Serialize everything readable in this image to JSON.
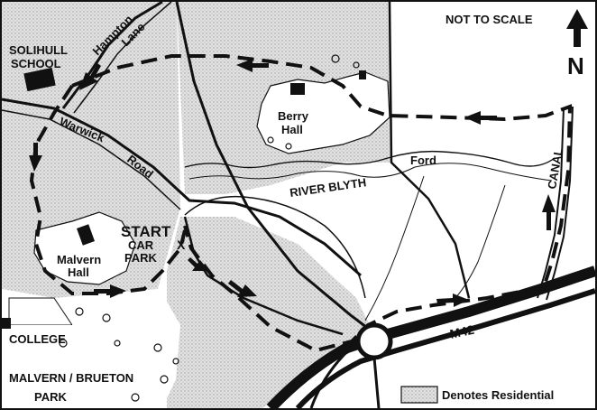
{
  "map": {
    "scale_note": "NOT TO SCALE",
    "north_label": "N",
    "labels": {
      "solihull": "SOLIHULL",
      "school": "SCHOOL",
      "hampton": "Hampton",
      "lane": "Lane",
      "warwick": "Warwick",
      "road": "Road",
      "berry": "Berry",
      "hall": "Hall",
      "ford": "Ford",
      "river_blyth": "RIVER BLYTH",
      "canal": "CANAL",
      "start": "START",
      "car": "CAR",
      "park": "PARK",
      "malvern": "Malvern",
      "malvern_hall": "Hall",
      "college": "COLLEGE",
      "malvern_brueton": "MALVERN / BRUETON",
      "park2": "PARK",
      "m42": "M42",
      "start_marker": "X"
    },
    "legend": {
      "text": "Denotes Residential"
    },
    "colors": {
      "residential": "#cfcfcf",
      "ink": "#111111",
      "paper": "#ffffff"
    }
  }
}
